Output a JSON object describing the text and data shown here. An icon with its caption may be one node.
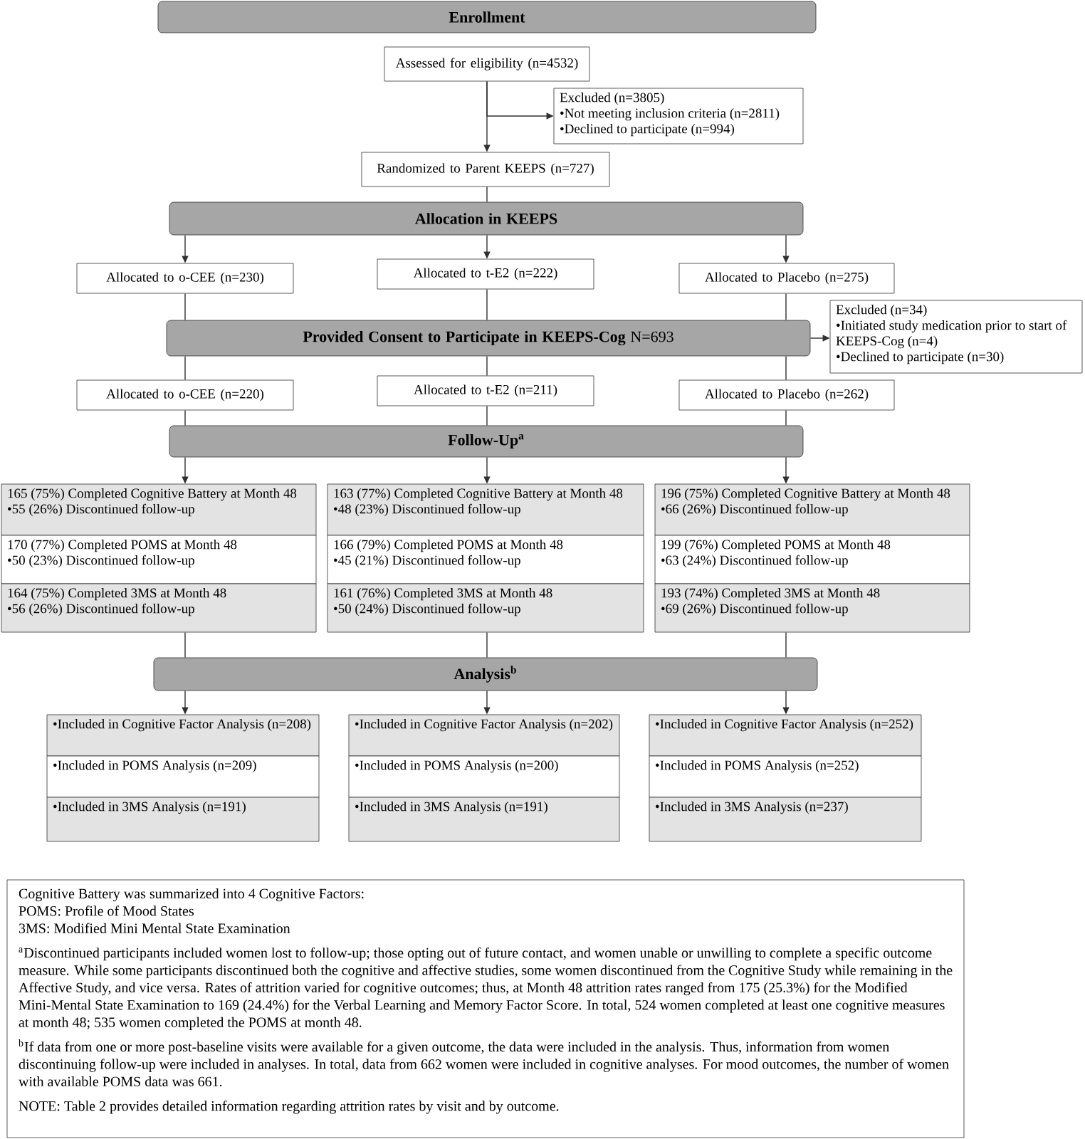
{
  "diagram": {
    "nodes": [
      {
        "text": [
          "Enrollment"
        ]
      },
      {
        "text": [
          "Assessed for eligibility (n=4532)"
        ]
      },
      {
        "text": [
          "Excluded (n=3805)",
          "•Not meeting inclusion criteria (n=2811)",
          "•Declined to participate (n=994)"
        ]
      },
      {
        "text": [
          "Randomized to Parent KEEPS (n=727)"
        ]
      },
      {
        "text": [
          "Allocation in KEEPS"
        ]
      },
      {
        "text": [
          "Allocated to o-CEE (n=230)"
        ]
      },
      {
        "text": [
          "Allocated to t-E2 (n=222)"
        ]
      },
      {
        "text": [
          "Allocated to Placebo (n=275)"
        ]
      },
      {
        "text": [
          "**Provided Consent to Participate in KEEPS-Cog** N=693"
        ]
      },
      {
        "text": [
          "Excluded (n=34)",
          "•Initiated study medication prior to start of KEEPS-Cog (n=4)",
          "•Declined to participate (n=30)"
        ]
      },
      {
        "text": [
          "Allocated to o-CEE (n=220)"
        ]
      },
      {
        "text": [
          "Allocated to t-E2 (n=211)"
        ]
      },
      {
        "text": [
          "Allocated to Placebo (n=262)"
        ]
      },
      {
        "text": [
          "Follow-Up$^{a}$"
        ]
      },
      {
        "text": [
          "165 (75%) Completed Cognitive Battery at Month 48",
          "•55 (26%) Discontinued follow-up"
        ]
      },
      {
        "text": [
          "163 (77%) Completed Cognitive Battery at Month 48",
          "•48 (23%) Discontinued follow-up"
        ]
      },
      {
        "text": [
          "196 (75%) Completed Cognitive Battery at Month 48",
          "•66 (26%) Discontinued follow-up"
        ]
      },
      {
        "text": [
          "170 (77%) Completed POMS at Month 48",
          "•50 (23%) Discontinued follow-up"
        ]
      },
      {
        "text": [
          "166 (79%) Completed POMS at Month 48",
          "•45 (21%) Discontinued follow-up"
        ]
      },
      {
        "text": [
          "199 (76%) Completed POMS at Month 48",
          "•63 (24%) Discontinued follow-up"
        ]
      },
      {
        "text": [
          "164 (75%) Completed 3MS at Month 48",
          "•56 (26%) Discontinued follow-up"
        ]
      },
      {
        "text": [
          "161 (76%) Completed 3MS at Month 48",
          "•50 (24%) Discontinued follow-up"
        ]
      },
      {
        "text": [
          "193 (74%) Completed 3MS at Month 48",
          "•69 (26%) Discontinued follow-up"
        ]
      },
      {
        "text": [
          "Analysis$^{b}$"
        ]
      },
      {
        "text": [
          "•Included in Cognitive Factor Analysis (n=208)"
        ]
      },
      {
        "text": [
          "•Included in Cognitive Factor Analysis (n=202)"
        ]
      },
      {
        "text": [
          "•Included in Cognitive Factor Analysis (n=252)"
        ]
      },
      {
        "text": [
          "•Included in POMS Analysis (n=209)"
        ]
      },
      {
        "text": [
          "•Included in POMS Analysis (n=200)"
        ]
      },
      {
        "text": [
          "•Included in POMS Analysis (n=252)"
        ]
      },
      {
        "text": [
          "•Included in 3MS Analysis (n=191)"
        ]
      },
      {
        "text": [
          "•Included in 3MS Analysis (n=191)"
        ]
      },
      {
        "text": [
          "•Included in 3MS Analysis (n=237)"
        ]
      },
      {
        "text": [
          "Cognitive Battery was summarized into 4 Cognitive Factors:",
          "POMS: Profile of Mood States",
          "3MS: Modified Mini Mental State Examination",
          "$^{a}$Discontinued participants included women lost to follow-up; those opting out of future contact, and women unable or unwilling to complete a specific outcome measure. While some participants discontinued both the cognitive and affective studies, some women discontinued from the Cognitive Study while remaining in the Affective Study, and vice versa. Rates of attrition varied for cognitive outcomes; thus, at Month 48 attrition rates ranged from 175 (25.3%) for the Modified Mini-Mental State Examination to 169 (24.4%) for the Verbal Learning and Memory Factor Score. In total, 524 women completed at least one cognitive measures at month 48; 535 women completed the POMS at month 48.",
          "$^{b}$If data from one or more post-baseline visits were available for a given outcome, the data were included in the analysis. Thus, information from women discontinuing follow-up were included in analyses. In total, data from 662 women were included in cognitive analyses. For mood outcomes, the number of women with available POMS data was 661.",
          "NOTE: Table 2 provides detailed information regarding attrition rates by visit and by outcome."
        ]
      }
    ],
    "edges": [
      {
        "from": 1,
        "to": 2,
        "arrow": "to"
      },
      {
        "from": 1,
        "to": 3,
        "arrow": "to"
      },
      {
        "from": 3,
        "to": 4,
        "arrow": "none"
      },
      {
        "from": 4,
        "to": 5,
        "arrow": "to"
      },
      {
        "from": 4,
        "to": 6,
        "arrow": "to"
      },
      {
        "from": 4,
        "to": 7,
        "arrow": "to"
      },
      {
        "from": 5,
        "to": 8,
        "arrow": "none"
      },
      {
        "from": 6,
        "to": 8,
        "arrow": "none"
      },
      {
        "from": 7,
        "to": 8,
        "arrow": "none"
      },
      {
        "from": 8,
        "to": 9,
        "arrow": "to"
      },
      {
        "from": 8,
        "to": 10,
        "arrow": "none"
      },
      {
        "from": 8,
        "to": 11,
        "arrow": "none"
      },
      {
        "from": 8,
        "to": 12,
        "arrow": "none"
      },
      {
        "from": 10,
        "to": 13,
        "arrow": "none"
      },
      {
        "from": 11,
        "to": 13,
        "arrow": "none"
      },
      {
        "from": 12,
        "to": 13,
        "arrow": "none"
      },
      {
        "from": 13,
        "to": 14,
        "arrow": "to"
      },
      {
        "from": 13,
        "to": 15,
        "arrow": "to"
      },
      {
        "from": 13,
        "to": 16,
        "arrow": "to"
      },
      {
        "from": 20,
        "to": 23,
        "arrow": "none"
      },
      {
        "from": 21,
        "to": 23,
        "arrow": "none"
      },
      {
        "from": 22,
        "to": 23,
        "arrow": "none"
      },
      {
        "from": 23,
        "to": 24,
        "arrow": "to"
      },
      {
        "from": 23,
        "to": 25,
        "arrow": "to"
      },
      {
        "from": 23,
        "to": 26,
        "arrow": "to"
      }
    ]
  }
}
